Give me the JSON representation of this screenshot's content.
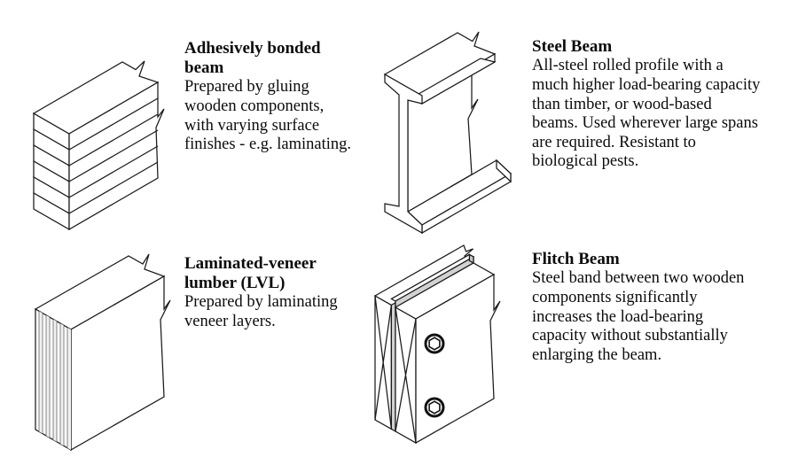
{
  "page": {
    "background": "#ffffff"
  },
  "colors": {
    "line": "#1a1a1a",
    "text": "#0b0b0b",
    "steel_gray": "#d2d2d2",
    "hatch_gray": "#9b9b9b"
  },
  "items": [
    {
      "id": "adhesively-bonded-beam",
      "title": "Adhesively bonded\nbeam",
      "description": "Prepared by gluing\nwooden components,\nwith varying surface\nfinishes - e.g. laminating.",
      "illustration": "glued-lamination-stack-icon"
    },
    {
      "id": "steel-beam",
      "title": "Steel Beam",
      "description": "All-steel rolled profile with a\nmuch higher load-bearing capacity\nthan timber, or wood-based\nbeams. Used wherever large spans\nare required. Resistant to\nbiological pests.",
      "illustration": "steel-i-beam-icon"
    },
    {
      "id": "laminated-veneer-lumber",
      "title": "Laminated-veneer\nlumber (LVL)",
      "description": "Prepared by laminating\nveneer layers.",
      "illustration": "veneer-layer-block-icon"
    },
    {
      "id": "flitch-beam",
      "title": "Flitch Beam",
      "description": "Steel band between two wooden\ncomponents significantly\nincreases the load-bearing\ncapacity without substantially\nenlarging the beam.",
      "illustration": "bolted-flitch-beam-icon"
    }
  ]
}
